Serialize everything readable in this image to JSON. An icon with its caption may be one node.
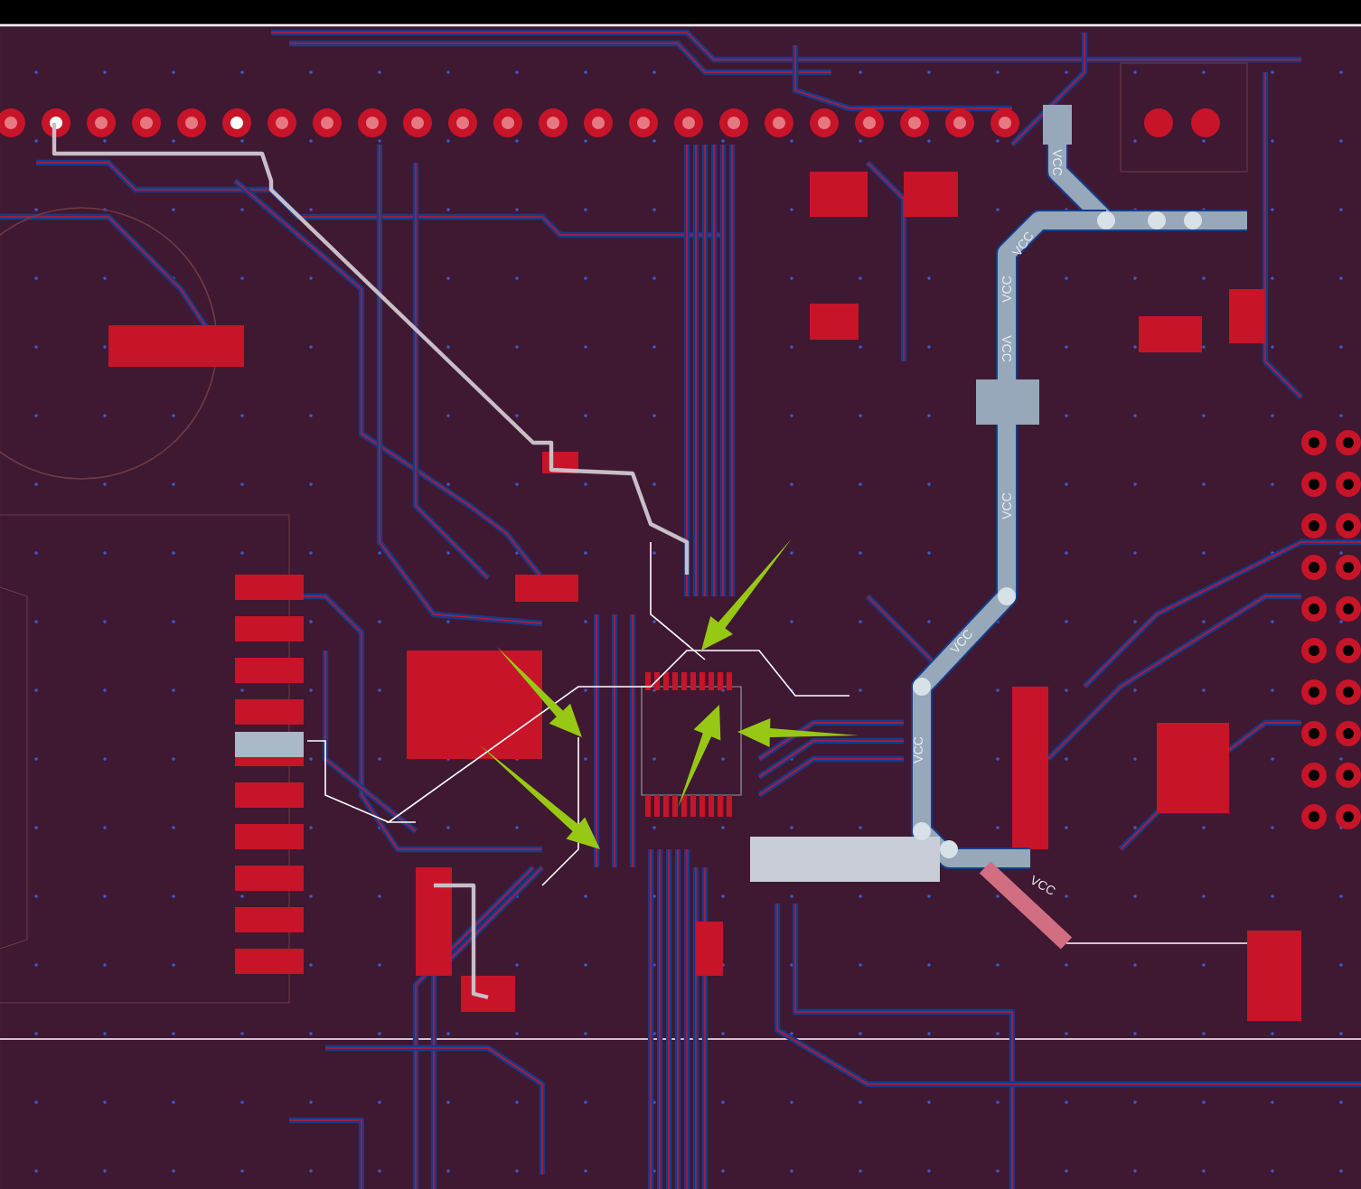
{
  "diagram": {
    "labels": [
      "VCC",
      "VCC",
      "VCC",
      "VCC",
      "VCC",
      "VCC",
      "VCC",
      "VCC"
    ]
  }
}
